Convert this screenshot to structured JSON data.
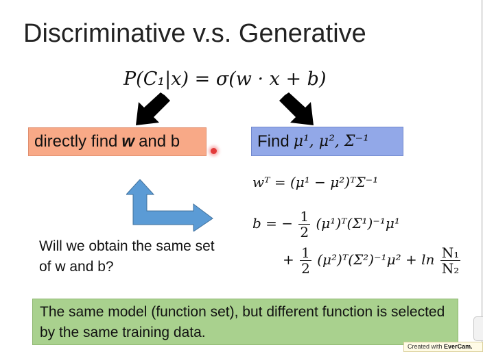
{
  "slide": {
    "title": "Discriminative v.s. Generative",
    "main_formula": "P(C₁|x) = σ(w · x + b)",
    "discriminative_box": {
      "prefix": "directly find",
      "bold": "w",
      "suffix": "and b"
    },
    "generative_box": {
      "label": "Find",
      "math": "μ¹, μ², Σ⁻¹"
    },
    "equations": {
      "w_transpose": "wᵀ = (μ¹ − μ²)ᵀΣ⁻¹",
      "b_line1_lhs": "b = −",
      "b_line1_rhs": "(μ¹)ᵀ(Σ¹)⁻¹μ¹",
      "b_line2_lhs": "+",
      "b_line2_mid": "(μ²)ᵀ(Σ²)⁻¹μ² + ln",
      "half_num": "1",
      "half_den": "2",
      "ratio_num": "N₁",
      "ratio_den": "N₂"
    },
    "question": "Will we obtain the same set of w and b?",
    "conclusion": "The same model (function set), but different function is selected by the same training data."
  },
  "watermark": {
    "prefix": "Created with",
    "brand": "EverCam."
  },
  "colors": {
    "disc_box": "#f8a987",
    "gen_box": "#92a8e8",
    "conclusion_box": "#a9d18e",
    "arrow_blue": "#5b9bd5",
    "arrow_black": "#000000"
  }
}
